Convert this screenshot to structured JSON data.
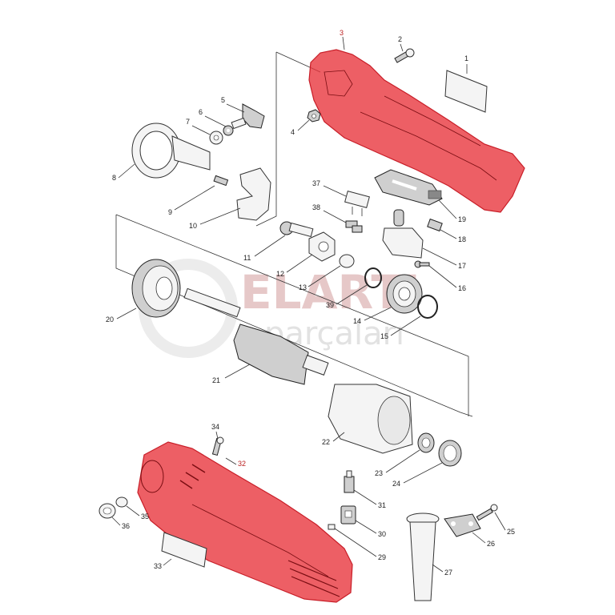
{
  "watermark": {
    "line1": "ELARTI",
    "line2": "parçaları"
  },
  "highlight_color": "#e8323a",
  "highlighted_parts": [
    "3",
    "32"
  ],
  "labels": {
    "p1": "1",
    "p2": "2",
    "p3": "3",
    "p4": "4",
    "p5": "5",
    "p6": "6",
    "p7": "7",
    "p8": "8",
    "p9": "9",
    "p10": "10",
    "p11": "11",
    "p12": "12",
    "p13": "13",
    "p14": "14",
    "p15": "15",
    "p16": "16",
    "p17": "17",
    "p18": "18",
    "p19": "19",
    "p20": "20",
    "p21": "21",
    "p22": "22",
    "p23": "23",
    "p24": "24",
    "p25": "25",
    "p26": "26",
    "p27": "27",
    "p29": "29",
    "p30": "30",
    "p31": "31",
    "p32": "32",
    "p33": "33",
    "p34": "34",
    "p35": "35",
    "p36": "36",
    "p37": "37",
    "p38": "38",
    "p39": "39"
  }
}
